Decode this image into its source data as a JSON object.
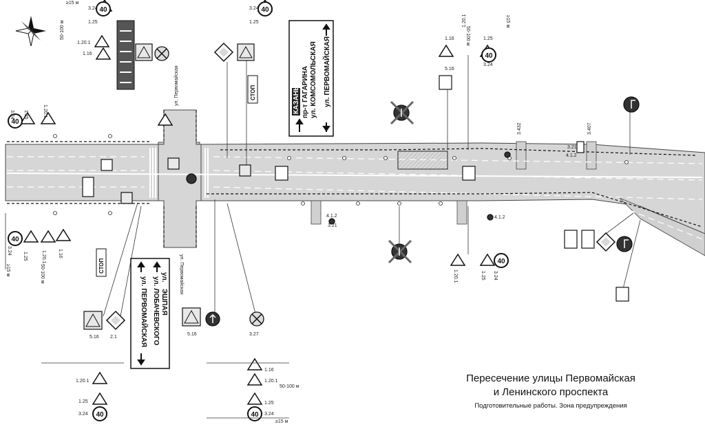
{
  "title": {
    "line1": "Пересечение улицы Первомайская",
    "line2": "и Ленинского проспекта",
    "subtitle": "Подготовительные работы. Зона предупреждения"
  },
  "boards": {
    "top": {
      "city": "КАЗАНЬ",
      "avenue": "пр-т ГАГАРИНА",
      "street1": "ул. КОМСОМОЛЬСКАЯ",
      "street2": "ул. ПЕРВОМАЙСКАЯ"
    },
    "bottom": {
      "street1": "ул.",
      "street2": "ЭШПАЯ",
      "street3": "ул. ЛОБАЧЕВСКОГО",
      "street4": "ул. ПЕРВОМАЙСКАЯ"
    }
  },
  "street_labels": {
    "north": "ул. Первомайская",
    "south": "ул. Первомайская"
  },
  "stop": {
    "text": "СТОП"
  },
  "speed_limit": "40",
  "sign_codes": {
    "s1_16": "1.16",
    "s1_20_1": "1.20.1",
    "s1_25": "1.25",
    "s3_24": "3.24",
    "s5_16": "5.16",
    "s3_27": "3.27",
    "s4_1_2": "4.1.2",
    "s3_21": "3.21",
    "s2_1": "2.1",
    "s3_432": "3.432",
    "s3_407": "3.407"
  },
  "distances": {
    "d50_100": "50-100 м",
    "d15": "≥15 м"
  }
}
